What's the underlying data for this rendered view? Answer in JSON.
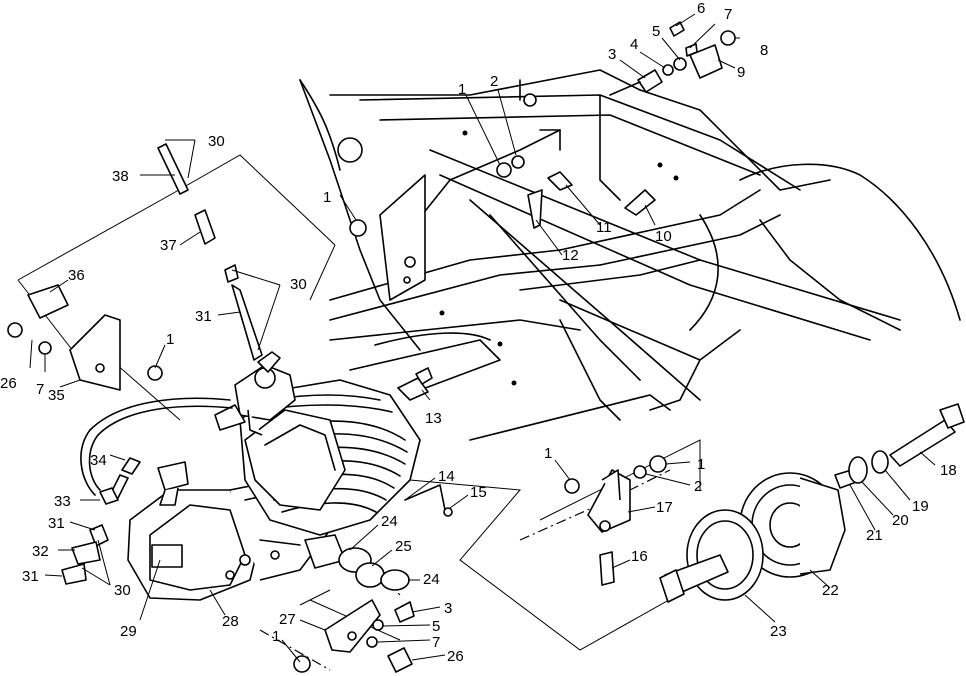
{
  "callouts": [
    "1",
    "2",
    "3",
    "4",
    "5",
    "6",
    "7",
    "8",
    "9",
    "10",
    "11",
    "12",
    "13",
    "14",
    "15",
    "16",
    "17",
    "18",
    "19",
    "20",
    "21",
    "22",
    "23",
    "24",
    "25",
    "26",
    "27",
    "28",
    "29",
    "30",
    "31",
    "32",
    "33",
    "34",
    "35",
    "36",
    "37",
    "38"
  ],
  "palette": {
    "ink": "#000000",
    "paper": "#ffffff"
  }
}
